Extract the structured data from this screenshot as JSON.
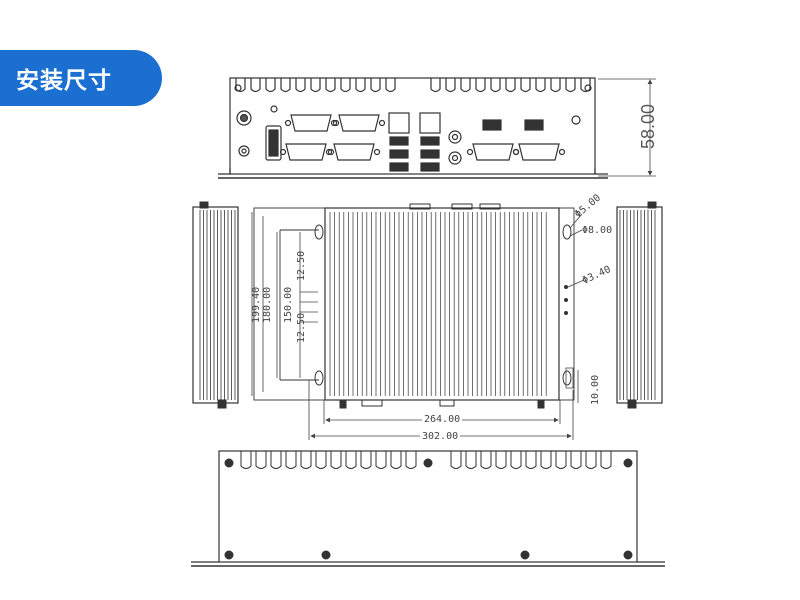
{
  "section_title": "安装尺寸",
  "dimensions": {
    "height": "58.00",
    "width_inner": "264.00",
    "width_outer": "302.00",
    "mount_span_outer": "199.40",
    "mount_span_mid": "180.00",
    "mount_span_inner": "150.00",
    "mount_offset_top": "12.50",
    "mount_offset_bottom": "12.50",
    "hole_d1": "Φ5.00",
    "hole_d2": "Φ8.00",
    "hole_d3": "Φ3.40",
    "slot_length": "10.00"
  },
  "colors": {
    "accent": "#1b6fd0",
    "line": "#333333"
  }
}
